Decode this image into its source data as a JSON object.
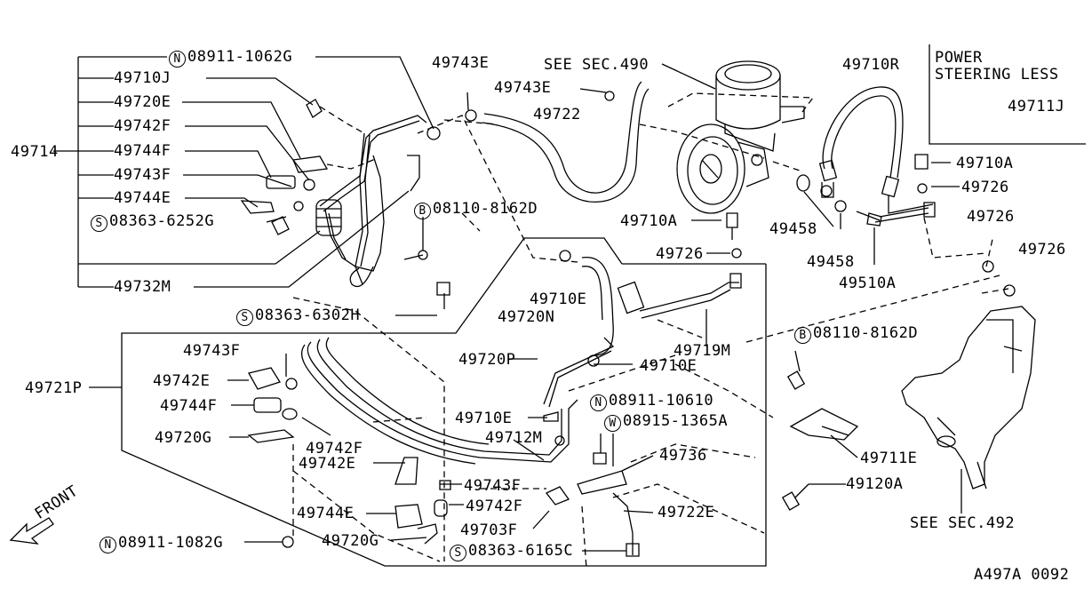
{
  "diagram": {
    "drawing_code": "A497A 0092",
    "front_label": "FRONT",
    "note_power_steering_less": [
      "POWER",
      "STEERING LESS"
    ],
    "see_sec_490": "SEE SEC.490",
    "see_sec_492": "SEE SEC.492",
    "labels": {
      "p49714": "49714",
      "p49710J": "49710J",
      "p49720E": "49720E",
      "p49742F_a": "49742F",
      "p49744F_a": "49744F",
      "p49743F_a": "49743F",
      "p49744E_a": "49744E",
      "s08363_6252G": "08363-6252G",
      "p49732M": "49732M",
      "n08911_1062G": "08911-1062G",
      "p49743E_a": "49743E",
      "p49743E_b": "49743E",
      "p49722": "49722",
      "b08110_8162D_a": "08110-8162D",
      "p49710R": "49710R",
      "p49711J": "49711J",
      "p49710A_a": "49710A",
      "p49726_a": "49726",
      "p49726_b": "49726",
      "p49726_c": "49726",
      "p49726_d": "49726",
      "p49710A_b": "49710A",
      "p49458_a": "49458",
      "p49458_b": "49458",
      "p49510A": "49510A",
      "p49710E_a": "49710E",
      "p49720N": "49720N",
      "s08363_6302H": "08363-6302H",
      "p49719M": "49719M",
      "b08110_8162D_b": "08110-8162D",
      "p49743F_b": "49743F",
      "p49721P": "49721P",
      "p49742E_a": "49742E",
      "p49744F_b": "49744F",
      "p49720G_a": "49720G",
      "p49720P": "49720P",
      "p49710E_b": "49710E",
      "n08911_10610": "08911-10610",
      "p49710E_c": "49710E",
      "w08915_1365A": "08915-1365A",
      "p49712M": "49712M",
      "p49742F_b": "49742F",
      "p49742E_b": "49742E",
      "p49736": "49736",
      "p49711E": "49711E",
      "p49743F_c": "49743F",
      "p49744E_b": "49744E",
      "p49742F_c": "49742F",
      "p49720G_b": "49720G",
      "p49703F": "49703F",
      "p49722E": "49722E",
      "p49120A": "49120A",
      "n08911_1082G": "08911-1082G",
      "s08363_6165C": "08363-6165C"
    },
    "symbols": {
      "N": "N",
      "S": "S",
      "B": "B",
      "W": "W"
    }
  }
}
